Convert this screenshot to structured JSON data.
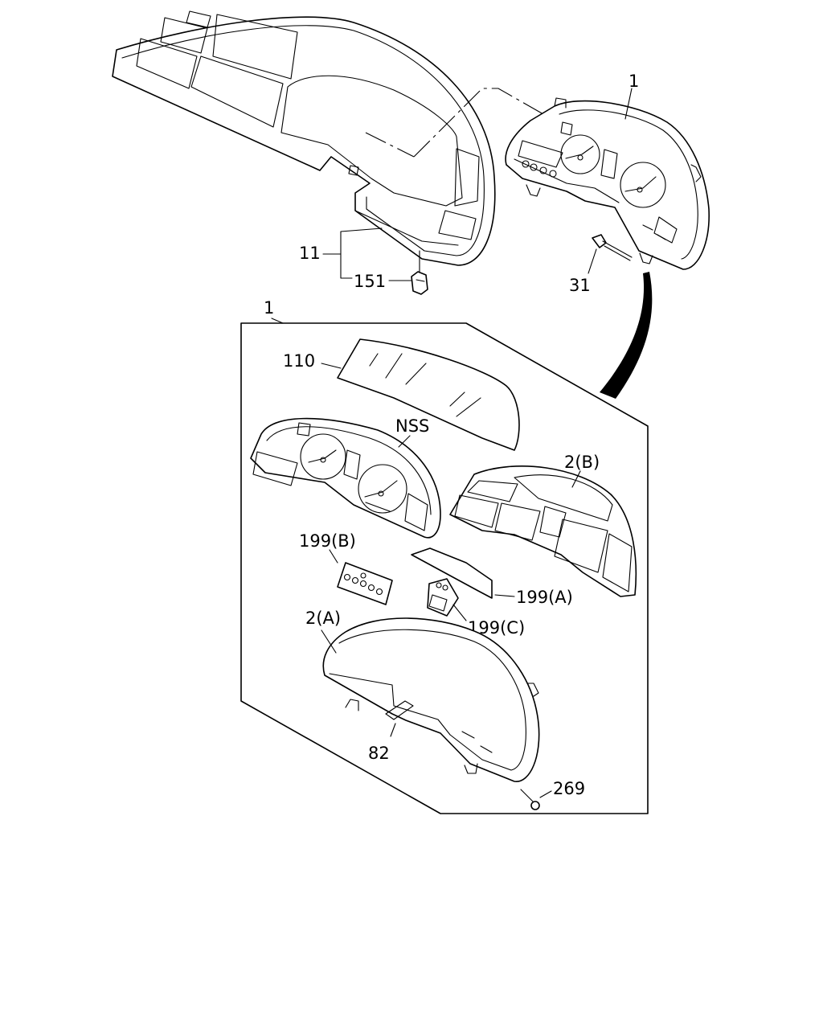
{
  "diagram": {
    "labels": {
      "pn_1_top": "1",
      "pn_11": "11",
      "pn_151": "151",
      "pn_31": "31",
      "pn_1_box": "1",
      "pn_110": "110",
      "pn_nss": "NSS",
      "pn_2b": "2(B)",
      "pn_199b": "199(B)",
      "pn_199a": "199(A)",
      "pn_199c": "199(C)",
      "pn_2a": "2(A)",
      "pn_82": "82",
      "pn_269": "269"
    }
  },
  "colors": {
    "line": "#000000",
    "background": "#ffffff"
  }
}
